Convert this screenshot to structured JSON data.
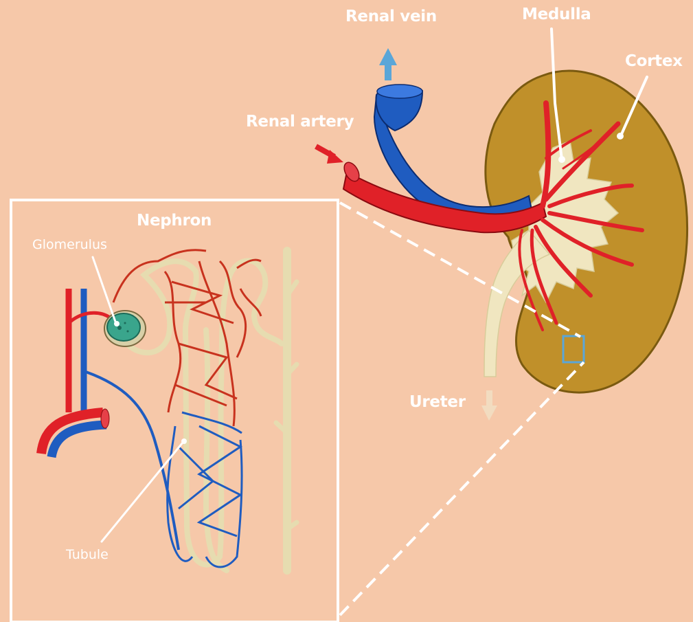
{
  "labels": {
    "renal_vein": "Renal vein",
    "medulla": "Medulla",
    "cortex": "Cortex",
    "renal_artery": "Renal artery",
    "ureter": "Ureter",
    "nephron": "Nephron",
    "glomerulus": "Glomerulus",
    "tubule": "Tubule"
  },
  "colors": {
    "background": "#f6c8a9",
    "cortex": "#c0902a",
    "medulla": "#f0e6c0",
    "artery": "#e02128",
    "vein": "#1f5cc0",
    "tubule": "#e6dcb0",
    "glomerulus": "#3aa58c",
    "label": "#ffffff"
  }
}
